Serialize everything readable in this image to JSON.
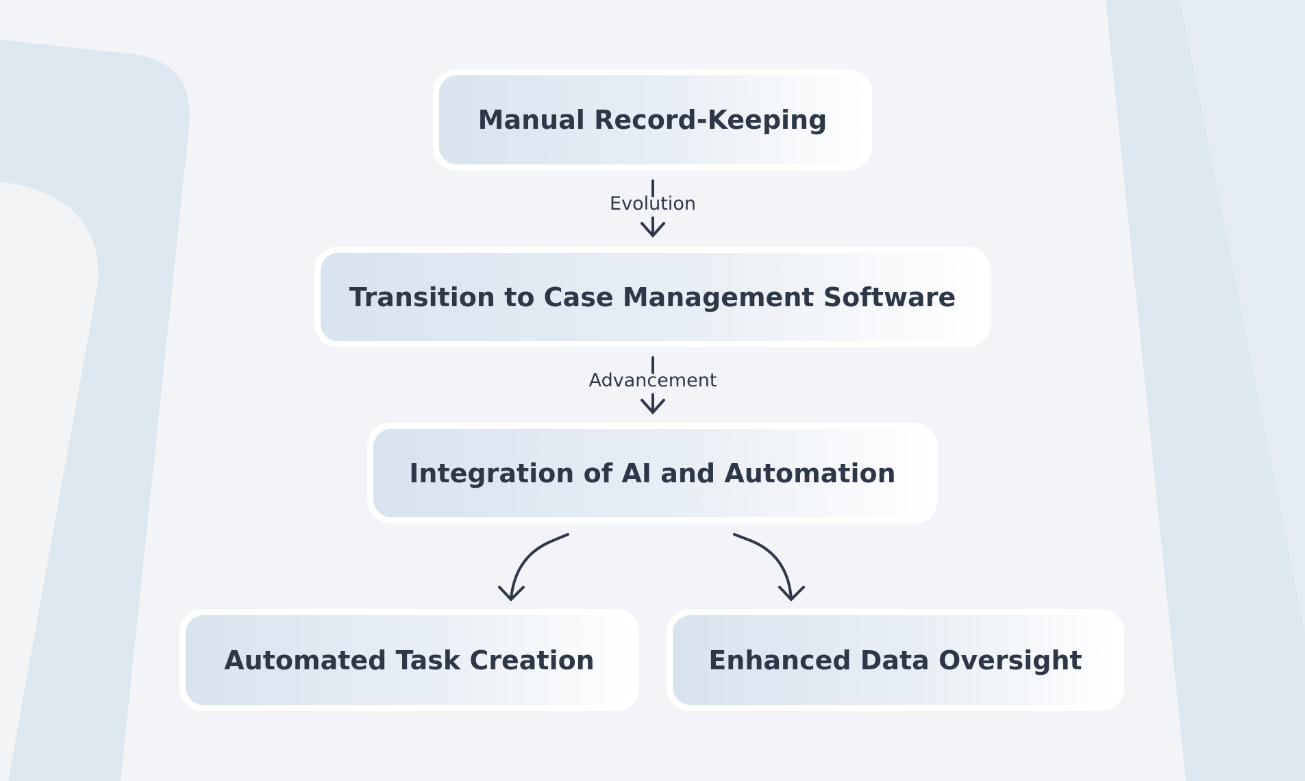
{
  "nodes": {
    "manual": "Manual Record-Keeping",
    "transition": "Transition to Case Management Software",
    "integration": "Integration of AI and Automation",
    "automated": "Automated Task Creation",
    "enhanced": "Enhanced Data Oversight"
  },
  "edges": {
    "evolution": "Evolution",
    "advancement": "Advancement"
  },
  "colors": {
    "text": "#2d3748",
    "background": "#f2f4f8",
    "shape": "#dde7f0"
  }
}
